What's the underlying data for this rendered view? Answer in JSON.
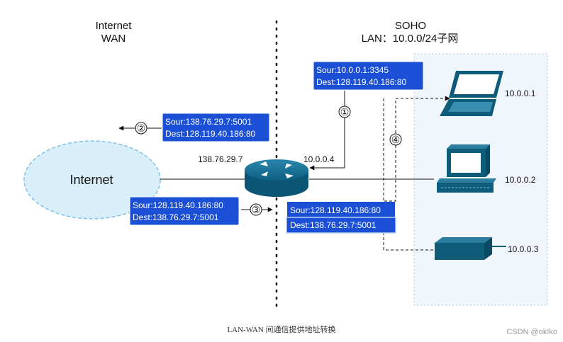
{
  "wan": {
    "line1": "Internet",
    "line2": "WAN"
  },
  "soho": {
    "line1": "SOHO",
    "line2": "LAN：10.0.0/24子网"
  },
  "cloud_label": "Internet",
  "router": {
    "wan_ip": "138.76.29.7",
    "lan_ip": "10.0.0.4"
  },
  "hosts": [
    {
      "ip": "10.0.0.1",
      "type": "laptop"
    },
    {
      "ip": "10.0.0.2",
      "type": "desktop"
    },
    {
      "ip": "10.0.0.3",
      "type": "network-device"
    }
  ],
  "packets": [
    {
      "step": "①",
      "sour": "Sour:10.0.0.1:3345",
      "dest": "Dest:128.119.40.186:80"
    },
    {
      "step": "②",
      "sour": "Sour:138.76.29.7:5001",
      "dest": "Dest:128.119.40.186:80"
    },
    {
      "step": "③",
      "sour": "Sour:128.119.40.186:80",
      "dest": "Dest:138.76.29.7:5001"
    },
    {
      "step": "④",
      "sour": "Sour:128.119.40.186:80",
      "dest": "Dest:138.76.29.7:5001"
    }
  ],
  "caption": "LAN-WAN 间通信提供地址转换",
  "watermark": "CSDN @ok!ko",
  "colors": {
    "packet_bg": "#1a4fd6",
    "cloud_fill": "#d8eef8",
    "cloud_stroke": "#7fc1e6",
    "lan_bg": "#f1f6fc",
    "lan_border": "#a9c6e8",
    "device": "#0e5c7a"
  }
}
